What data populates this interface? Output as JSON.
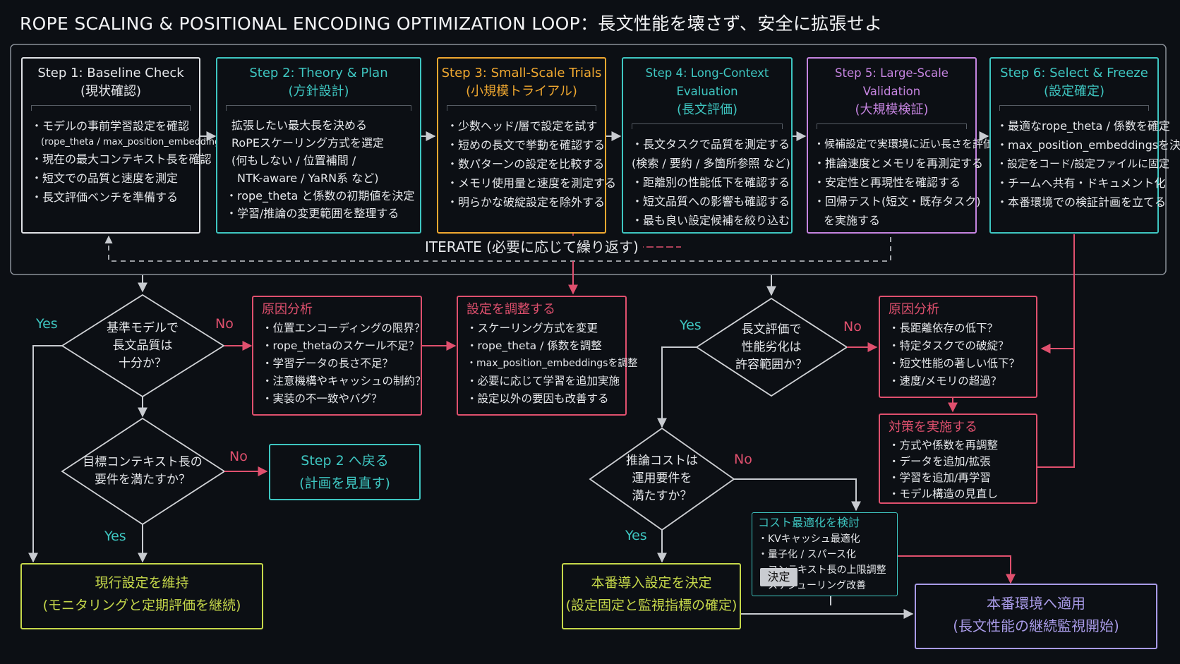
{
  "title": "ROPE SCALING & POSITIONAL ENCODING OPTIMIZATION LOOP：長文性能を壊さず、安全に拡張せよ",
  "colors": {
    "white": "#e0e2e6",
    "teal": "#3ec6c1",
    "orange": "#f0a830",
    "purple": "#c584e0",
    "pink": "#e0506e",
    "olive": "#c6d84a",
    "lavender": "#a99be8"
  },
  "steps": [
    {
      "title": "Step 1: Baseline Check",
      "subtitle": "(現状確認)",
      "items": [
        "・モデルの事前学習設定を確認",
        "(rope_theta / max_position_embeddings)",
        "・現在の最大コンテキスト長を確認",
        "・短文での品質と速度を測定",
        "・長文評価ベンチを準備する"
      ]
    },
    {
      "title": "Step 2: Theory & Plan",
      "subtitle": "(方針設計)",
      "items": [
        "拡張したい最大長を決める",
        "RoPEスケーリング方式を選定",
        "(何もしない / 位置補間 /",
        "NTK-aware / YaRN系 など)",
        "・rope_theta と係数の初期値を決定",
        "・学習/推論の変更範囲を整理する"
      ]
    },
    {
      "title": "Step 3: Small-Scale Trials",
      "subtitle": "(小規模トライアル)",
      "items": [
        "・少数ヘッド/層で設定を試す",
        "・短めの長文で挙動を確認する",
        "・数パターンの設定を比較する",
        "・メモリ使用量と速度を測定する",
        "・明らかな破綻設定を除外する"
      ]
    },
    {
      "title": "Step 4: Long-Context Evaluation",
      "subtitle": "(長文評価)",
      "items": [
        "・長文タスクで品質を測定する",
        "(検索 / 要約 / 多箇所参照 など)",
        "・距離別の性能低下を確認する",
        "・短文品質への影響も確認する",
        "・最も良い設定候補を絞り込む"
      ]
    },
    {
      "title": "Step 5: Large-Scale Validation",
      "subtitle": "(大規模検証)",
      "items": [
        "・候補設定で実環境に近い長さを評価",
        "・推論速度とメモリを再測定する",
        "・安定性と再現性を確認する",
        "・回帰テスト(短文・既存タスク)",
        "を実施する"
      ]
    },
    {
      "title": "Step 6: Select & Freeze",
      "subtitle": "(設定確定)",
      "items": [
        "・最適なrope_theta / 係数を確定",
        "・max_position_embeddingsを決定",
        "・設定をコード/設定ファイルに固定",
        "・チームへ共有・ドキュメント化",
        "・本番環境での検証計画を立てる"
      ]
    }
  ],
  "iterate_label": "ITERATE (必要に応じて繰り返す)",
  "decisions": {
    "d1": {
      "text": [
        "基準モデルで",
        "長文品質は",
        "十分か？"
      ],
      "yes": "Yes",
      "no": "No"
    },
    "d2": {
      "text": [
        "目標コンテキスト長の",
        "要件を満たすか？"
      ],
      "yes": "Yes",
      "no": "No"
    },
    "d3": {
      "text": [
        "長文評価で",
        "性能劣化は",
        "許容範囲か？"
      ],
      "yes": "Yes",
      "no": "No"
    },
    "d4": {
      "text": [
        "推論コストは",
        "運用要件を",
        "満たすか？"
      ],
      "yes": "Yes",
      "no": "No"
    }
  },
  "panels": {
    "cause1": {
      "title": "原因分析",
      "items": [
        "・位置エンコーディングの限界？",
        "・rope_thetaのスケール不足？",
        "・学習データの長さ不足？",
        "・注意機構やキャッシュの制約？",
        "・実装の不一致やバグ？"
      ]
    },
    "adjust": {
      "title": "設定を調整する",
      "items": [
        "・スケーリング方式を変更",
        "・rope_theta / 係数を調整",
        "・max_position_embeddingsを調整",
        "・必要に応じて学習を追加実施",
        "・設定以外の要因も改善する"
      ]
    },
    "cause2": {
      "title": "原因分析",
      "items": [
        "・長距離依存の低下？",
        "・特定タスクでの破綻？",
        "・短文性能の著しい低下？",
        "・速度/メモリの超過？"
      ]
    },
    "measures": {
      "title": "対策を実施する",
      "items": [
        "・方式や係数を再調整",
        "・データを追加/拡張",
        "・学習を追加/再学習",
        "・モデル構造の見直し"
      ]
    },
    "cost": {
      "title": "コスト最適化を検討",
      "items": [
        "・KVキャッシュ最適化",
        "・量子化 / スパース化",
        "・コンテキスト長の上限調整",
        "・スケジューリング改善"
      ]
    }
  },
  "results": {
    "back_step2": [
      "Step 2 へ戻る",
      "(計画を見直す)"
    ],
    "keep": [
      "現行設定を維持",
      "(モニタリングと定期評価を継続)"
    ],
    "prod_decide": [
      "本番導入設定を決定",
      "(設定固定と監視指標の確定)"
    ],
    "prod_apply": [
      "本番環境へ適用",
      "(長文性能の継続監視開始)"
    ]
  },
  "decision_tag": "決定"
}
